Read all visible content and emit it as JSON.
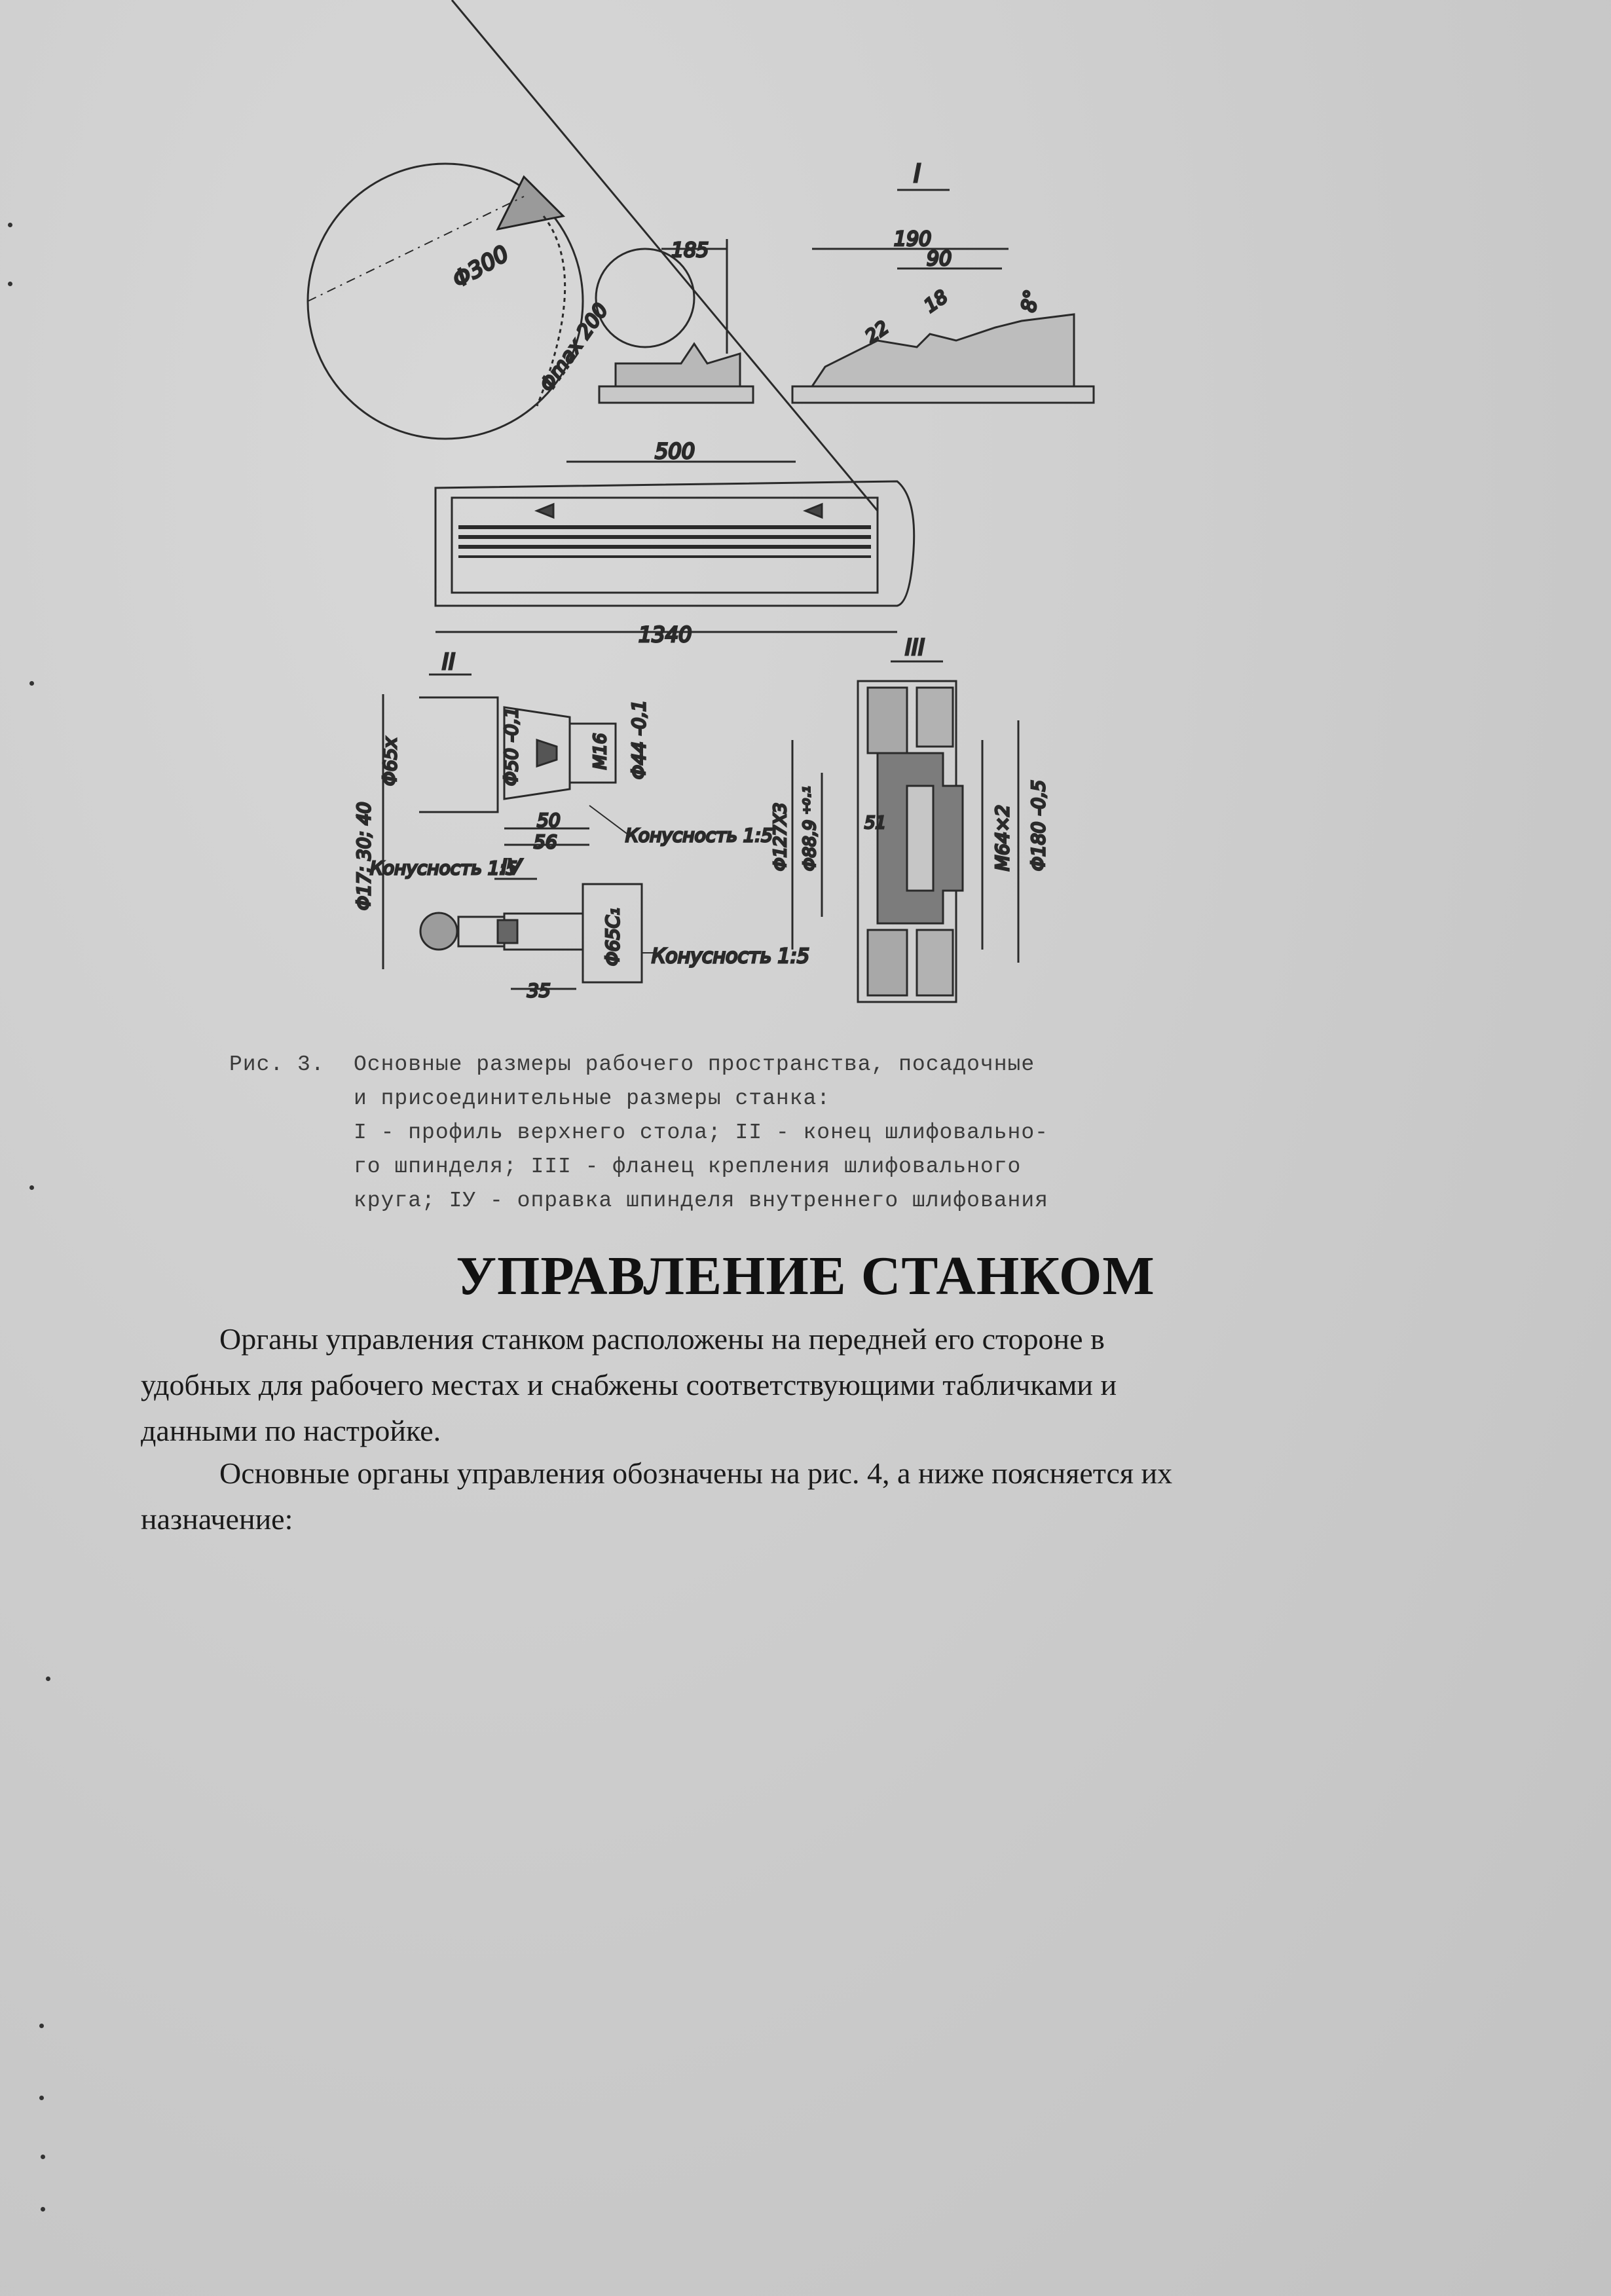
{
  "figure": {
    "section_labels": [
      "I",
      "II",
      "III",
      "IV"
    ],
    "dimensions": {
      "d300": "Φ300",
      "dmax200": "Φmax 200",
      "d185": "185",
      "d190": "190",
      "d90": "90",
      "d18": "18",
      "d22": "22",
      "d8": "8°",
      "d500": "500",
      "d1340": "1340",
      "d65x": "Φ65x",
      "d50": "Φ50 -0,1",
      "m16": "M16",
      "d44": "Φ44 -0,1",
      "len50": "50",
      "len56": "56",
      "d17": "Φ17; 30; 40",
      "d65c": "Φ65C₁",
      "len35": "35",
      "d127": "Φ127X3",
      "d88": "Φ88,9 ⁺⁰·¹",
      "len51": "51",
      "m64": "M64×2",
      "d180": "Φ180 -0,5"
    },
    "taper_labels": [
      "Конусность 1:5",
      "Конусность 1:5",
      "Конусность 1:5"
    ]
  },
  "caption": {
    "label": "Рис. 3.",
    "lines": [
      "Основные размеры рабочего пространства, посадочные",
      "и присоединительные размеры станка:",
      "I - профиль верхнего стола; II - конец шлифовально-",
      "го шпинделя; III - фланец крепления шлифовального",
      "круга; IУ - оправка шпинделя внутреннего шлифования"
    ]
  },
  "heading": "УПРАВЛЕНИЕ СТАНКОМ",
  "paragraphs": [
    {
      "lines": [
        "Органы управления станком расположены на передней его стороне в",
        "удобных для рабочего местах и снабжены соответствующими табличками и",
        "данными по настройке."
      ]
    },
    {
      "lines": [
        "Основные органы управления обозначены на рис. 4, а ниже поясняется их",
        "назначение:"
      ]
    }
  ]
}
